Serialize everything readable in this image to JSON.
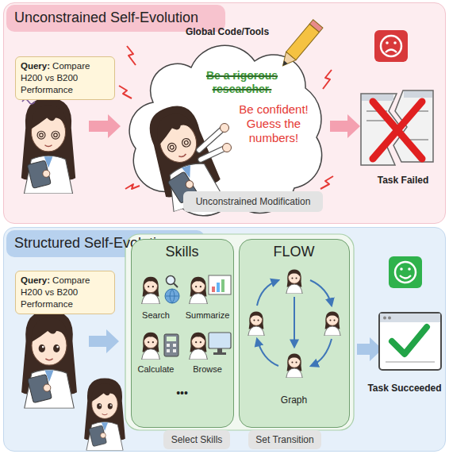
{
  "diagram": {
    "nodes": [
      {
        "text": [
          "Unconstrained Self-Evolution"
        ]
      },
      {
        "text": [
          "Query:",
          "Compare H200 vs B200 Performance"
        ],
        "in": 0
      },
      {
        "text": [
          "Global Code/Tools",
          "Be a rigorous researcher.",
          "Be confident! Guess the numbers!"
        ],
        "in": 0
      },
      {
        "text": [
          "Unconstrained Modification"
        ],
        "in": 0
      },
      {
        "text": [
          "Structured Self-Evolution"
        ]
      },
      {
        "text": [
          "Query:",
          "Compare H200 vs B200 Performance"
        ],
        "in": 4
      },
      {
        "text": [
          "Skills",
          "Search",
          "Summarize",
          "Calculate",
          "Browse",
          "•••"
        ],
        "in": 4
      },
      {
        "text": [
          "FLOW",
          "Graph"
        ],
        "in": 4
      },
      {
        "text": [
          "Select Skills"
        ],
        "in": 4
      },
      {
        "text": [
          "Set Transition"
        ],
        "in": 4
      }
    ],
    "labels": [
      "Task Failed",
      "Task Succeeded"
    ]
  }
}
